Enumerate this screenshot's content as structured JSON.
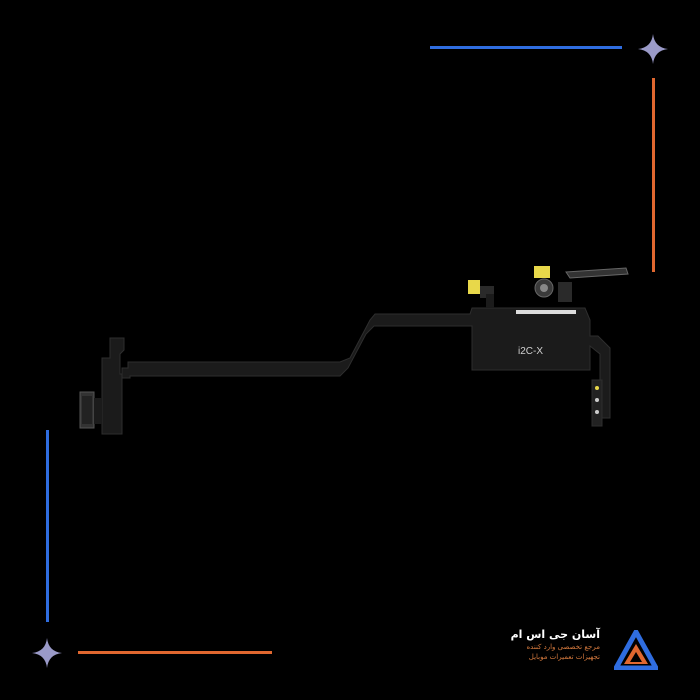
{
  "colors": {
    "background": "#000000",
    "accent_blue": "#2f6de0",
    "accent_orange": "#e0672f",
    "star": "#9a9ac8",
    "flex_cable": "#1b1b1b",
    "flex_edge": "#2e2e2e",
    "component_yellow": "#e8d84a"
  },
  "part": {
    "label": "i2C-X"
  },
  "brand": {
    "name": "آسان جی اس ام",
    "tagline_1": "مرجع تخصصی وارد کننده",
    "tagline_2": "تجهیزات تعمیرات موبایل",
    "logo_icon": "triangle-logo-icon"
  },
  "decor": {
    "corner_star_icon": "four-point-star-icon"
  }
}
